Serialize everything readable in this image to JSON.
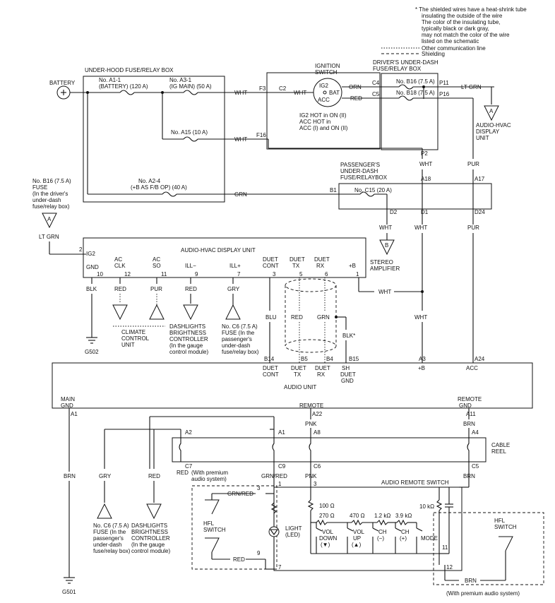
{
  "notes": {
    "line1": "* The shielded wires have a heat-shrink tube",
    "line2": "insulating the outside of the wire",
    "line3": "The color of the insulating tube,",
    "line4": "typically black or dark gray,",
    "line5": "may not match the color of the wire",
    "line6": "listed on the schematic",
    "other_comm": "Other communication line",
    "shielding": "Shielding"
  },
  "components": {
    "battery": "BATTERY",
    "underhood_box": "UNDER-HOOD FUSE/RELAY BOX",
    "fuse_a1_1": "No. A1-1",
    "fuse_a1_1_desc": "(BATTERY) (120 A)",
    "fuse_a3_1": "No. A3-1",
    "fuse_a3_1_desc": "(IG MAIN) (50 A)",
    "fuse_a15": "No. A15 (10 A)",
    "fuse_a2_4": "No. A2-4",
    "fuse_a2_4_desc": "(+B AS F/B OP) (40 A)",
    "ignition_switch_1": "IGNITION",
    "ignition_switch_2": "SWITCH",
    "ig2": "IG2",
    "bat": "BAT",
    "acc": "ACC",
    "ign_note_1": "IG2 HOT in ON (II)",
    "ign_note_2": "ACC HOT in",
    "ign_note_3": "ACC (I) and ON (II)",
    "driver_box_1": "DRIVER'S UNDER-DASH",
    "driver_box_2": "FUSE/RELAY BOX",
    "fuse_b16": "No. B16 (7.5 A)",
    "fuse_b18": "No. B18 (7.5 A)",
    "passenger_box_1": "PASSENGER'S",
    "passenger_box_2": "UNDER-DASH",
    "passenger_box_3": "FUSE/RELAYBOX",
    "fuse_c15": "No. C15 (20 A)",
    "left_fuse_1": "No. B16 (7.5 A)",
    "left_fuse_2": "FUSE",
    "left_fuse_3": "(In the driver's",
    "left_fuse_4": "under-dash",
    "left_fuse_5": "fuse/relay box)",
    "audio_hvac_unit": "AUDIO-HVAC DISPLAY UNIT",
    "audio_hvac_display_1": "AUDIO-HVAC",
    "audio_hvac_display_2": "DISPLAY",
    "audio_hvac_display_3": "UNIT",
    "stereo_amp_1": "STEREO",
    "stereo_amp_2": "AMPLIFIER",
    "climate_1": "CLIMATE",
    "climate_2": "CONTROL",
    "climate_3": "UNIT",
    "dash_bright_1": "DASHLIGHTS",
    "dash_bright_2": "BRIGHTNESS",
    "dash_bright_3": "CONTROLLER",
    "dash_bright_4": "(In the gauge",
    "dash_bright_5": "control module)",
    "fuse_c6_1": "No. C6 (7.5 A)",
    "fuse_c6_2": "FUSE (In the",
    "fuse_c6_3": "passenger's",
    "fuse_c6_4": "under-dash",
    "fuse_c6_5": "fuse/relay box)",
    "audio_unit": "AUDIO UNIT",
    "cable_reel_1": "CABLE",
    "cable_reel_2": "REEL",
    "audio_remote_switch": "AUDIO REMOTE SWITCH",
    "hfl_switch_1": "HFL",
    "hfl_switch_2": "SWITCH",
    "light_1": "LIGHT",
    "light_2": "(LED)",
    "vol_down_1": "VOL",
    "vol_down_2": "DOWN",
    "vol_down_3": "(▼)",
    "vol_up_1": "VOL",
    "vol_up_2": "UP",
    "vol_up_3": "(▲)",
    "ch_minus_1": "CH",
    "ch_minus_2": "(−)",
    "ch_plus_1": "CH",
    "ch_plus_2": "(+)",
    "mode": "MODE",
    "premium_1": "(With premium",
    "premium_2": "audio system)",
    "premium_bottom": "(With premium audio system)",
    "r100": "100 Ω",
    "r270": "270 Ω",
    "r470": "470 Ω",
    "r1k2": "1.2 kΩ",
    "r3k9": "3.9 kΩ",
    "r10k": "10 kΩ",
    "g502": "G502",
    "g501": "G501",
    "bkA": "A",
    "bkB": "B"
  },
  "pins": {
    "f3": "F3",
    "c2": "C2",
    "c4": "C4",
    "c5": "C5",
    "p11": "P11",
    "p16": "P16",
    "f16": "F16",
    "p2": "P2",
    "a18": "A18",
    "a17": "A17",
    "b1": "B1",
    "d2": "D2",
    "d1": "D1",
    "d24": "D24",
    "ig2": "IG2",
    "p2n": "2",
    "gnd": "GND",
    "p10": "10",
    "ac_clk_1": "AC",
    "ac_clk_2": "CLK",
    "p12": "12",
    "ac_so_1": "AC",
    "ac_so_2": "SO",
    "p11n": "11",
    "ill_minus": "ILL−",
    "p9": "9",
    "ill_plus": "ILL+",
    "p7": "7",
    "duet_cont_1": "DUET",
    "duet_cont_2": "CONT",
    "p3": "3",
    "duet_tx_1": "DUET",
    "duet_tx_2": "TX",
    "p5": "5",
    "duet_rx_1": "DUET",
    "duet_rx_2": "RX",
    "p6": "6",
    "plus_b": "+B",
    "p1": "1",
    "b14": "B14",
    "b5": "B5",
    "b4": "B4",
    "b15": "B15",
    "a3": "A3",
    "a24": "A24",
    "u_duet_cont_1": "DUET",
    "u_duet_cont_2": "CONT",
    "u_duet_tx_1": "DUET",
    "u_duet_tx_2": "TX",
    "u_duet_rx_1": "DUET",
    "u_duet_rx_2": "RX",
    "u_sh_1": "SH",
    "u_sh_2": "DUET",
    "u_sh_3": "GND",
    "u_plusb": "+B",
    "u_acc": "ACC",
    "main_gnd_1": "MAIN",
    "main_gnd_2": "GND",
    "a1": "A1",
    "remote": "REMOTE",
    "a22": "A22",
    "remote_gnd_1": "REMOTE",
    "remote_gnd_2": "GND",
    "a11": "A11",
    "a2": "A2",
    "a1b": "A1",
    "a8": "A8",
    "a4": "A4",
    "c7": "C7",
    "c9": "C9",
    "c6": "C6",
    "c5b": "C5",
    "s3a": "3",
    "s1": "1",
    "s3b": "3",
    "s9": "9",
    "s7": "7",
    "s11": "11",
    "s12": "12"
  },
  "wires": {
    "wht1": "WHT",
    "wht2": "WHT",
    "wht3": "WHT",
    "grn": "GRN",
    "orn": "ORN",
    "red": "RED",
    "lt_grn": "LT GRN",
    "lt_grn2": "LT GRN",
    "wht_p2": "WHT",
    "pur1": "PUR",
    "wht_d2": "WHT",
    "wht_d1": "WHT",
    "pur2": "PUR",
    "blk": "BLK",
    "red_clk": "RED",
    "pur_so": "PUR",
    "red_ill": "RED",
    "gry_ill": "GRY",
    "blu": "BLU",
    "red_tx": "RED",
    "grn_rx": "GRN",
    "blk_sh": "BLK*",
    "wht_b": "WHT",
    "wht_b2": "WHT",
    "brn1": "BRN",
    "gry2": "GRY",
    "red2": "RED",
    "grn_red": "GRN/RED",
    "pnk1": "PNK",
    "pnk2": "PNK",
    "brn2": "BRN",
    "brn3": "BRN",
    "red3": "RED",
    "grn_red2": "GRN/RED",
    "red4": "RED",
    "brn4": "BRN"
  },
  "legend_prefix": "*"
}
